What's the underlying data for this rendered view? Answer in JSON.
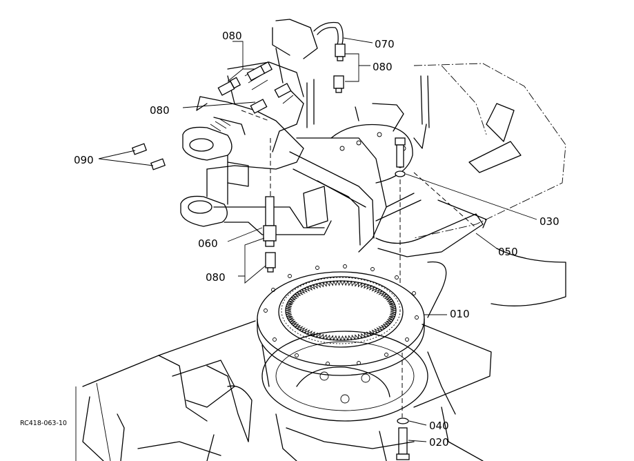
{
  "drawing_code": "RC418-063-10",
  "callouts": {
    "c010": "010",
    "c020": "020",
    "c030": "030",
    "c040": "040",
    "c050": "050",
    "c060": "060",
    "c070": "070",
    "c080_top": "080",
    "c080_right": "080",
    "c080_left": "080",
    "c080_bottom": "080",
    "c090": "090"
  }
}
